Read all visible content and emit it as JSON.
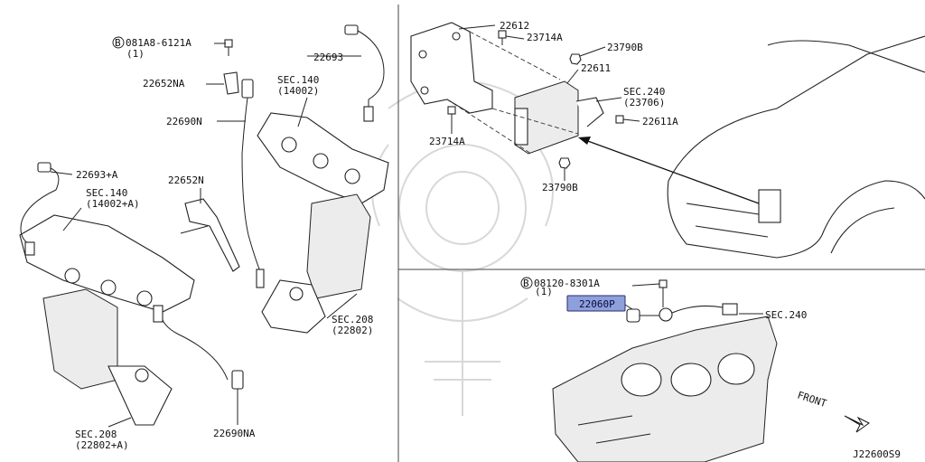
{
  "labels": {
    "bolt_081a8": "081A8-6121A",
    "bolt_081a8_qty": "(1)",
    "bolt_081a8_prefix": "B",
    "p22652na": "22652NA",
    "p22690n": "22690N",
    "sec140_top": "SEC.140",
    "sec140_top_sub": "(14002)",
    "p22693": "22693",
    "p22693a": "22693+A",
    "sec140_left": "SEC.140",
    "sec140_left_sub": "(14002+A)",
    "p22652n": "22652N",
    "sec208_right": "SEC.208",
    "sec208_right_sub": "(22802)",
    "sec208_left": "SEC.208",
    "sec208_left_sub": "(22802+A)",
    "p22690na": "22690NA",
    "p22612": "22612",
    "p23714a_top": "23714A",
    "p23790b_top": "23790B",
    "p22611": "22611",
    "sec240_top": "SEC.240",
    "sec240_top_sub": "(23706)",
    "p22611a": "22611A",
    "p23714a_bottom": "23714A",
    "p23790b_bottom": "23790B",
    "bolt_08120": "08120-8301A",
    "bolt_08120_qty": "(1)",
    "bolt_08120_prefix": "B",
    "p22060p": "22060P",
    "sec240_bottom": "SEC.240",
    "front": "FRONT",
    "diagram_id": "J22600S9"
  },
  "colors": {
    "highlight_fill": "#8ea0dc",
    "highlight_stroke": "#2b2b6b",
    "line": "#222222",
    "divider": "#444444"
  }
}
